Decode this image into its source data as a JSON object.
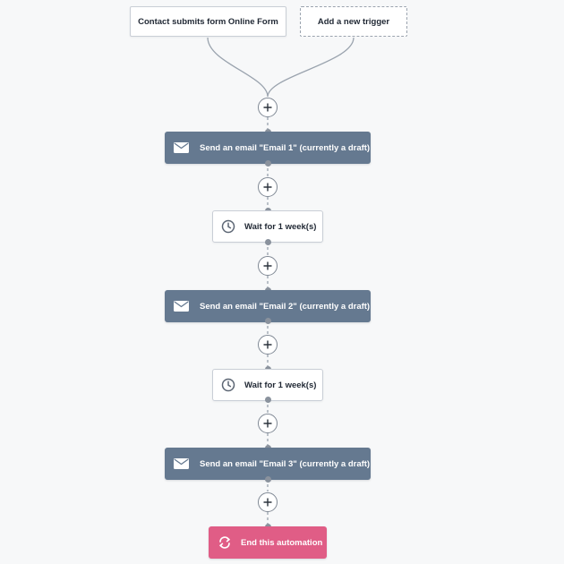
{
  "triggers": [
    {
      "label": "Contact submits form Online Form"
    },
    {
      "label": "Add a new trigger"
    }
  ],
  "steps": [
    {
      "type": "email",
      "label": "Send an email \"Email 1\" (currently a draft)",
      "icon": "envelope-icon"
    },
    {
      "type": "wait",
      "label": "Wait for 1 week(s)",
      "icon": "clock-icon"
    },
    {
      "type": "email",
      "label": "Send an email \"Email 2\" (currently a draft)",
      "icon": "envelope-icon"
    },
    {
      "type": "wait",
      "label": "Wait for 1 week(s)",
      "icon": "clock-icon"
    },
    {
      "type": "email",
      "label": "Send an email \"Email 3\" (currently a draft)",
      "icon": "envelope-icon"
    },
    {
      "type": "end",
      "label": "End this automation",
      "icon": "refresh-icon"
    }
  ],
  "colors": {
    "email_node": "#657990",
    "end_node": "#e05d86",
    "connector": "#8a929d",
    "background": "#f7f8f9"
  }
}
